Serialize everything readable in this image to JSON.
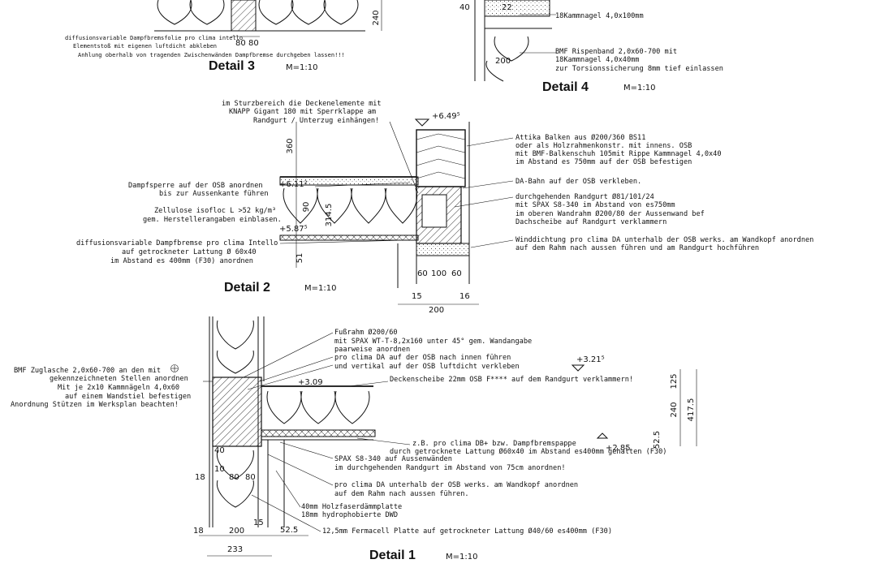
{
  "details": {
    "d3": {
      "title": "Detail 3",
      "scale": "M=1:10",
      "notes": [
        "diffusionsvariable Dampfbremsfolie pro clima intello",
        "Elementstoß mit eigenen luftdicht abkleben",
        "Anhlung oberhalb von tragenden Zwischenwänden Dampfbremse durchgeben lassen!!!"
      ],
      "dims": [
        "240",
        "80",
        "80"
      ]
    },
    "d4": {
      "title": "Detail 4",
      "scale": "M=1:10",
      "notes": [
        "18Kammnagel 4,0x100mm",
        "BMF Rispenband 2,0x60-700 mit",
        "18Kammnagel 4,0x40mm",
        "zur Torsionssicherung 8mm tief einlassen"
      ],
      "dims": [
        "40",
        "22",
        "200"
      ]
    },
    "d2": {
      "title": "Detail 2",
      "scale": "M=1:10",
      "notes_left": [
        "im Sturzbereich die Deckenelemente mit",
        "KNAPP Gigant 180 mit Sperrklappe am",
        "Randgurt / Unterzug einhängen!",
        "Dampfsperre auf der OSB anordnen",
        "bis zur Aussenkante führen",
        "Zellulose isofloc L >52 kg/m³",
        "gem. Herstellerangaben einblasen.",
        "diffusionsvariable Dampfbremse pro clima Intello",
        "auf getrockneter Lattung Ø 60x40",
        "im Abstand es 400mm (F30) anordnen"
      ],
      "notes_right": [
        "Attika Balken aus Ø200/360 BS11",
        "oder als Holzrahmenkonstr. mit innens. OSB",
        "mit BMF-Balkenschuh 105mit Rippe Kammnagel 4,0x40",
        "im Abstand es 750mm auf der OSB befestigen",
        "DA-Bahn auf der OSB verkleben.",
        "durchgehenden Randgurt Ø81/101/24",
        "mit SPAX  S8-340 im Abstand von es750mm",
        "im oberen Wandrahm Ø200/80 der Aussenwand bef",
        "Dachscheibe auf Randgurt verklammern",
        "Winddichtung pro clima DA unterhalb der OSB werks. am Wandkopf anordnen",
        "auf dem Rahm nach aussen führen und am Randgurt hochführen"
      ],
      "levels": [
        "+6.49⁵",
        "+6.11²",
        "+5.87⁵"
      ],
      "dims": [
        "360",
        "90",
        "314.5",
        "51",
        "60",
        "100",
        "60",
        "15",
        "200",
        "16"
      ]
    },
    "d1": {
      "title": "Detail 1",
      "scale": "M=1:10",
      "notes_left": [
        "BMF Zuglasche 2,0x60-700 an den mit",
        "gekennzeichneten Stellen anordnen",
        "Mit je 2x10 Kammnägeln 4,0x60",
        "auf einem Wandstiel befestigen",
        "Anordnung Stützen im Werksplan beachten!"
      ],
      "notes_right": [
        "Fußrahm Ø200/60",
        "mit SPAX WT-T-8,2x160 unter 45° gem. Wandangabe",
        "paarweise anordnen",
        "pro clima DA auf der OSB nach innen führen",
        "und vertikal auf der OSB luftdicht verkleben",
        "Deckenscheibe 22mm OSB F**** auf dem Randgurt verklammern!",
        "z.B. pro clima DB+ bzw. Dampfbremspappe",
        "durch getrocknete Lattung Ø60x40 im Abstand es400mm gehalten (F30)",
        "SPAX S8-340 auf Aussenwänden",
        "im durchgehenden Randgurt im Abstand von 75cm anordnen!",
        "pro clima DA unterhalb der OSB werks. am Wandkopf anordnen",
        "auf dem Rahm nach aussen führen.",
        "40mm Holzfaserdämmplatte",
        "18mm hydrophobierte DWD",
        "12,5mm Fermacell Platte auf getrockneter Lattung Ø40/60 es400mm (F30)"
      ],
      "levels": [
        "+3.21⁵",
        "+3.09",
        "+2.85"
      ],
      "dims": [
        "125",
        "240",
        "52.5",
        "417.5",
        "18",
        "200",
        "15",
        "52.5",
        "233",
        "80",
        "80",
        "10",
        "18",
        "40"
      ]
    }
  }
}
